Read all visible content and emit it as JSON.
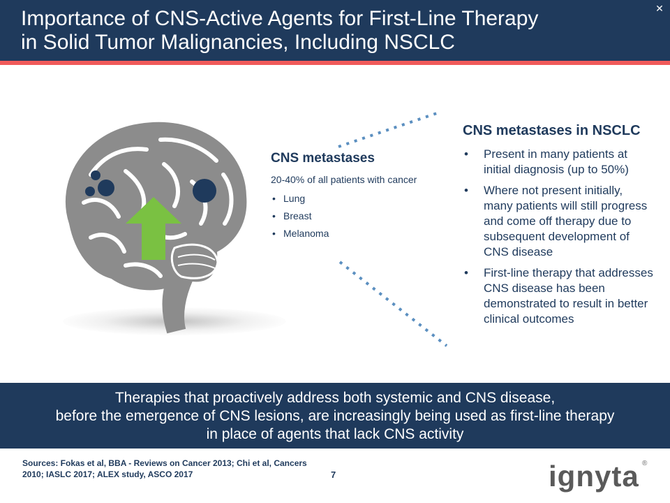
{
  "header": {
    "title_line1": "Importance of CNS-Active Agents for First-Line Therapy",
    "title_line2": "in Solid Tumor Malignancies, Including NSCLC",
    "close_glyph": "✕"
  },
  "middle": {
    "title": "CNS metastases",
    "description": "20-40% of all patients with cancer",
    "items": [
      "Lung",
      "Breast",
      "Melanoma"
    ]
  },
  "right": {
    "title": "CNS metastases in NSCLC",
    "items": [
      "Present in many patients at initial diagnosis (up to 50%)",
      "Where not present initially, many patients will still progress and come off therapy due to subsequent development of CNS disease",
      "First-line therapy that addresses CNS disease has been demonstrated to result in better clinical outcomes"
    ]
  },
  "banner": {
    "line1": "Therapies that proactively address both systemic and CNS disease,",
    "line2": "before the emergence of CNS lesions, are increasingly being used as first-line therapy",
    "line3": "in place of agents that lack CNS activity"
  },
  "footer": {
    "sources": "Sources: Fokas et al, BBA - Reviews on Cancer 2013; Chi et al, Cancers 2010; IASLC 2017; ALEX study, ASCO 2017",
    "page_number": "7",
    "logo_text": "ignyta",
    "logo_reg": "®"
  },
  "icons": {
    "brain": "brain-icon",
    "arrow": "up-arrow-icon",
    "lesion": "lesion-dot-icon"
  },
  "colors": {
    "navy": "#1f3a5c",
    "accent_red": "#f05a5a",
    "brain_gray": "#8c8c8c",
    "arrow_green": "#7ac142",
    "dotted_line": "#5b8fc0"
  }
}
